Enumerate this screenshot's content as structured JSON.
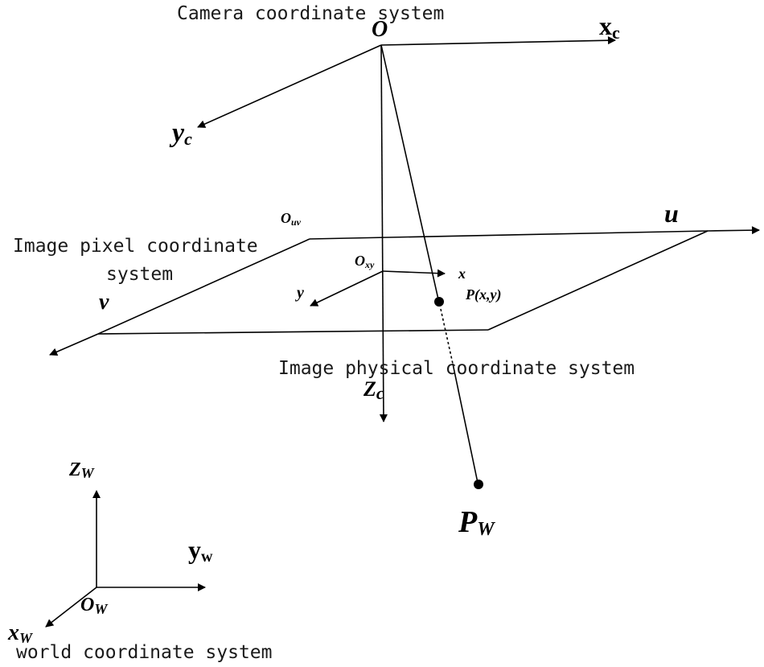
{
  "captions": {
    "camera_system": "Camera coordinate system",
    "pixel_system_line1": "Image pixel coordinate",
    "pixel_system_line2": "system",
    "physical_system": "Image physical coordinate system",
    "world_system": "world coordinate system"
  },
  "camera_axes": {
    "origin": "O",
    "x_main": "x",
    "x_sub": "c",
    "y_main": "y",
    "y_sub": "c",
    "z_main": "Z",
    "z_sub": "c"
  },
  "pixel_axes": {
    "origin_main": "O",
    "origin_sub": "uv",
    "u": "u",
    "v": "v"
  },
  "physical_axes": {
    "origin_main": "O",
    "origin_sub": "xy",
    "x": "x",
    "y": "y",
    "point": "P(x,y)"
  },
  "world": {
    "point_main": "P",
    "point_sub": "W",
    "origin_main": "O",
    "origin_sub": "W",
    "x_main": "x",
    "x_sub": "W",
    "y_main": "y",
    "y_sub": "w",
    "z_main": "Z",
    "z_sub": "W"
  }
}
